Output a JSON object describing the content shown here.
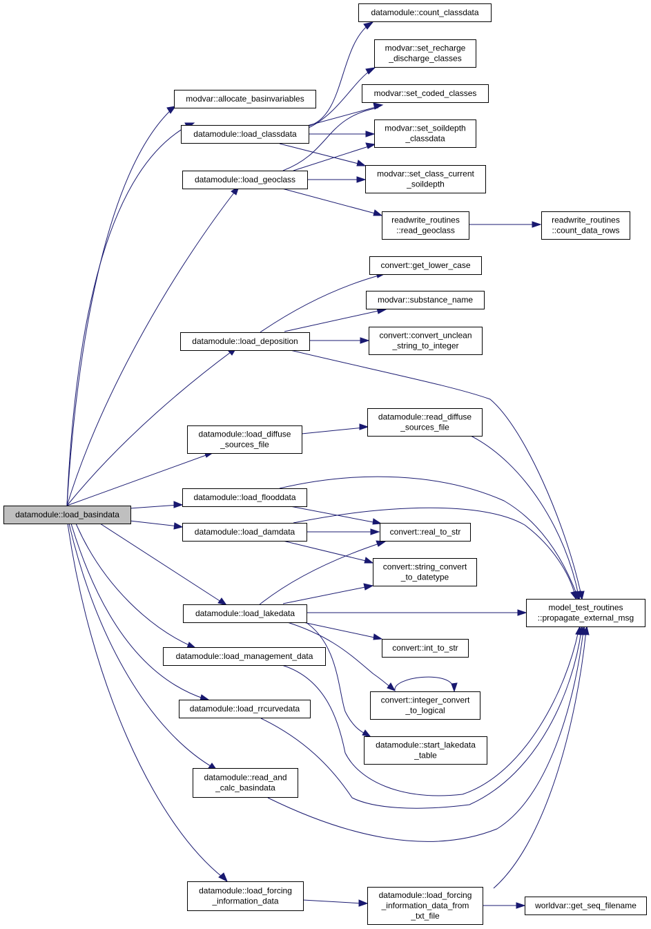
{
  "colors": {
    "edge": "#191970",
    "root_fill": "#bfbfbf",
    "node_fill": "#ffffff",
    "node_border": "#000000"
  },
  "nodes": [
    {
      "id": "load_basindata",
      "lines": [
        "datamodule::load_basindata"
      ],
      "root": true
    },
    {
      "id": "allocate_basinvariables",
      "lines": [
        "modvar::allocate_basinvariables"
      ]
    },
    {
      "id": "load_classdata",
      "lines": [
        "datamodule::load_classdata"
      ]
    },
    {
      "id": "load_geoclass",
      "lines": [
        "datamodule::load_geoclass"
      ]
    },
    {
      "id": "load_deposition",
      "lines": [
        "datamodule::load_deposition"
      ]
    },
    {
      "id": "load_diffuse",
      "lines": [
        "datamodule::load_diffuse",
        "_sources_file"
      ]
    },
    {
      "id": "load_flooddata",
      "lines": [
        "datamodule::load_flooddata"
      ]
    },
    {
      "id": "load_damdata",
      "lines": [
        "datamodule::load_damdata"
      ]
    },
    {
      "id": "load_lakedata",
      "lines": [
        "datamodule::load_lakedata"
      ]
    },
    {
      "id": "load_management",
      "lines": [
        "datamodule::load_management_data"
      ]
    },
    {
      "id": "load_rrcurve",
      "lines": [
        "datamodule::load_rrcurvedata"
      ]
    },
    {
      "id": "read_and_calc",
      "lines": [
        "datamodule::read_and",
        "_calc_basindata"
      ]
    },
    {
      "id": "load_forcing",
      "lines": [
        "datamodule::load_forcing",
        "_information_data"
      ]
    },
    {
      "id": "count_classdata",
      "lines": [
        "datamodule::count_classdata"
      ]
    },
    {
      "id": "set_recharge",
      "lines": [
        "modvar::set_recharge",
        "_discharge_classes"
      ]
    },
    {
      "id": "set_coded",
      "lines": [
        "modvar::set_coded_classes"
      ]
    },
    {
      "id": "set_soildepth",
      "lines": [
        "modvar::set_soildepth",
        "_classdata"
      ]
    },
    {
      "id": "set_class_current",
      "lines": [
        "modvar::set_class_current",
        "_soildepth"
      ]
    },
    {
      "id": "read_geoclass",
      "lines": [
        "readwrite_routines",
        "::read_geoclass"
      ]
    },
    {
      "id": "count_data_rows",
      "lines": [
        "readwrite_routines",
        "::count_data_rows"
      ]
    },
    {
      "id": "get_lower_case",
      "lines": [
        "convert::get_lower_case"
      ]
    },
    {
      "id": "substance_name",
      "lines": [
        "modvar::substance_name"
      ]
    },
    {
      "id": "convert_unclean",
      "lines": [
        "convert::convert_unclean",
        "_string_to_integer"
      ]
    },
    {
      "id": "read_diffuse",
      "lines": [
        "datamodule::read_diffuse",
        "_sources_file"
      ]
    },
    {
      "id": "real_to_str",
      "lines": [
        "convert::real_to_str"
      ]
    },
    {
      "id": "string_convert",
      "lines": [
        "convert::string_convert",
        "_to_datetype"
      ]
    },
    {
      "id": "propagate",
      "lines": [
        "model_test_routines",
        "::propagate_external_msg"
      ]
    },
    {
      "id": "int_to_str",
      "lines": [
        "convert::int_to_str"
      ]
    },
    {
      "id": "integer_convert",
      "lines": [
        "convert::integer_convert",
        "_to_logical"
      ]
    },
    {
      "id": "start_lakedata",
      "lines": [
        "datamodule::start_lakedata",
        "_table"
      ]
    },
    {
      "id": "load_forcing_txt",
      "lines": [
        "datamodule::load_forcing",
        "_information_data_from",
        "_txt_file"
      ]
    },
    {
      "id": "get_seq_filename",
      "lines": [
        "worldvar::get_seq_filename"
      ]
    }
  ]
}
